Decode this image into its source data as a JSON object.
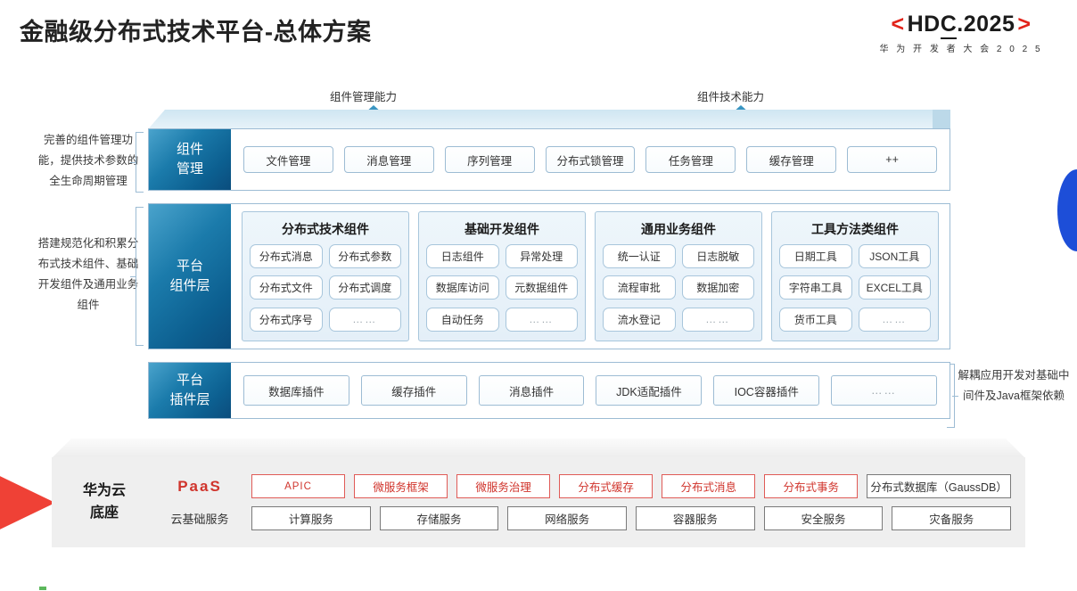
{
  "header": {
    "title": "金融级分布式技术平台-总体方案",
    "logo_bracket_left": "<",
    "logo_bracket_right": ">",
    "logo_text_a": "HD",
    "logo_text_underlined": "C",
    "logo_text_b": ".2025",
    "logo_subtitle": "华 为 开 发 者 大 会 2 0 2 5"
  },
  "arrows": {
    "left_label": "组件管理能力",
    "right_label": "组件技术能力"
  },
  "side_notes": {
    "left_top": "完善的组件管理功能，提供技术参数的全生命周期管理",
    "left_bottom": "搭建规范化和积累分布式技术组件、基础开发组件及通用业务组件",
    "right": "解耦应用开发对基础中间件及Java框架依赖"
  },
  "mgmt_layer": {
    "tag_line1": "组件",
    "tag_line2": "管理",
    "chips": [
      "文件管理",
      "消息管理",
      "序列管理",
      "分布式锁管理",
      "任务管理",
      "缓存管理",
      "++"
    ]
  },
  "component_layer": {
    "tag_line1": "平台",
    "tag_line2": "组件层",
    "groups": [
      {
        "title": "分布式技术组件",
        "items": [
          "分布式消息",
          "分布式参数",
          "分布式文件",
          "分布式调度",
          "分布式序号",
          "……"
        ]
      },
      {
        "title": "基础开发组件",
        "items": [
          "日志组件",
          "异常处理",
          "数据库访问",
          "元数据组件",
          "自动任务",
          "……"
        ]
      },
      {
        "title": "通用业务组件",
        "items": [
          "统一认证",
          "日志脱敏",
          "流程审批",
          "数据加密",
          "流水登记",
          "……"
        ]
      },
      {
        "title": "工具方法类组件",
        "items": [
          "日期工具",
          "JSON工具",
          "字符串工具",
          "EXCEL工具",
          "货币工具",
          "……"
        ]
      }
    ]
  },
  "plugin_layer": {
    "tag_line1": "平台",
    "tag_line2": "插件层",
    "chips": [
      "数据库插件",
      "缓存插件",
      "消息插件",
      "JDK适配插件",
      "IOC容器插件",
      "……"
    ]
  },
  "base": {
    "title_line1": "华为云",
    "title_line2": "底座",
    "paas_label": "PaaS",
    "cloud_label": "云基础服务",
    "paas_items": [
      {
        "label": "APIC",
        "style": "red"
      },
      {
        "label": "微服务框架",
        "style": "red"
      },
      {
        "label": "微服务治理",
        "style": "red"
      },
      {
        "label": "分布式缓存",
        "style": "red"
      },
      {
        "label": "分布式消息",
        "style": "red"
      },
      {
        "label": "分布式事务",
        "style": "red"
      },
      {
        "label": "分布式数据库（GaussDB）",
        "style": "grey"
      }
    ],
    "cloud_items": [
      "计算服务",
      "存储服务",
      "网络服务",
      "容器服务",
      "安全服务",
      "灾备服务"
    ]
  },
  "colors": {
    "accent_red": "#d0342c",
    "accent_blue": "#0c5f90",
    "panel_border": "#9dbcd4",
    "base_grey": "#efefef",
    "deco_red": "#ef4136",
    "deco_blue": "#1d4ed8"
  }
}
